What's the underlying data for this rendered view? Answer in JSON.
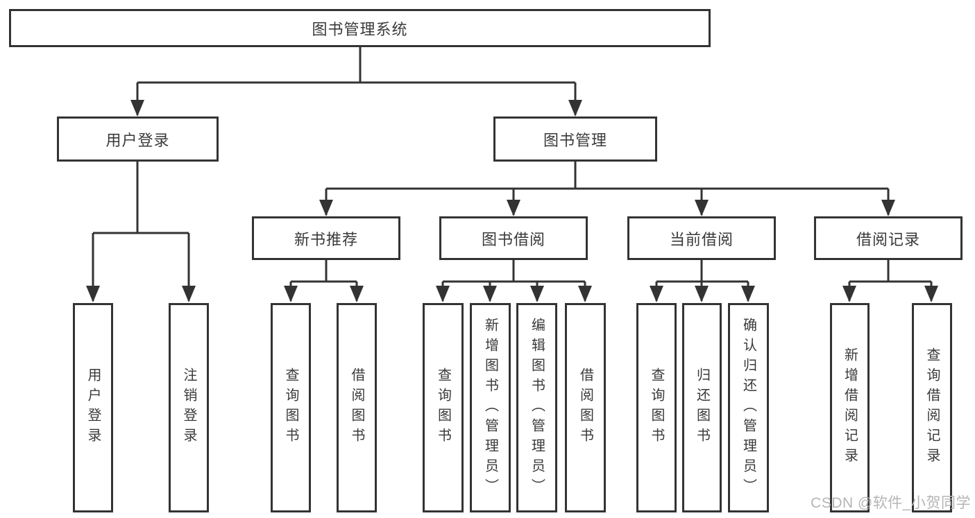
{
  "diagram": {
    "root": {
      "label": "图书管理系统",
      "children": [
        {
          "label": "用户登录",
          "children": [
            {
              "label": "用户登录"
            },
            {
              "label": "注销登录"
            }
          ]
        },
        {
          "label": "图书管理",
          "children": [
            {
              "label": "新书推荐",
              "children": [
                {
                  "label": "查询图书"
                },
                {
                  "label": "借阅图书"
                }
              ]
            },
            {
              "label": "图书借阅",
              "children": [
                {
                  "label": "查询图书"
                },
                {
                  "label": "新增图书（管理员）"
                },
                {
                  "label": "编辑图书（管理员）"
                },
                {
                  "label": "借阅图书"
                }
              ]
            },
            {
              "label": "当前借阅",
              "children": [
                {
                  "label": "查询图书"
                },
                {
                  "label": "归还图书"
                },
                {
                  "label": "确认归还（管理员）"
                }
              ]
            },
            {
              "label": "借阅记录",
              "children": [
                {
                  "label": "新增借阅记录"
                },
                {
                  "label": "查询借阅记录"
                }
              ]
            }
          ]
        }
      ]
    }
  },
  "watermark": "CSDN @软件_小贺同学",
  "colors": {
    "line": "#333333",
    "text": "#3a3a3a",
    "watermark": "#b5b5b5",
    "background": "#ffffff"
  }
}
